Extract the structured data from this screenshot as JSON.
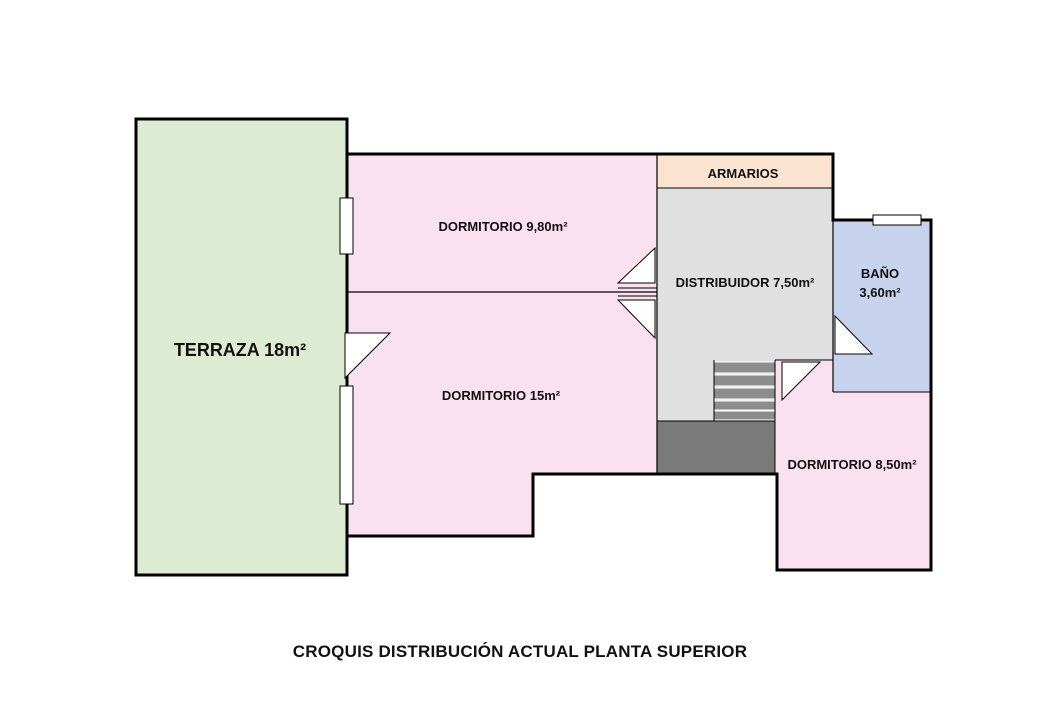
{
  "colors": {
    "terraza": "#dcebd1",
    "dormitorio": "#fae1ef",
    "distribuidor": "#e0e0e0",
    "armarios": "#fbe3d2",
    "bano": "#c7d3ec",
    "escalera_oscura": "#7a7a7a",
    "escalera_peldanos": "#8c8c8c",
    "muro": "#000000"
  },
  "rooms": {
    "terraza": "TERRAZA 18m²",
    "dormitorio_1": "DORMITORIO 9,80m²",
    "dormitorio_2": "DORMITORIO 15m²",
    "dormitorio_3": "DORMITORIO 8,50m²",
    "armarios": "ARMARIOS",
    "distribuidor": "DISTRIBUIDOR 7,50m²",
    "bano_line1": "BAÑO",
    "bano_line2": "3,60m²"
  },
  "caption": "CROQUIS DISTRIBUCIÓN ACTUAL PLANTA SUPERIOR"
}
